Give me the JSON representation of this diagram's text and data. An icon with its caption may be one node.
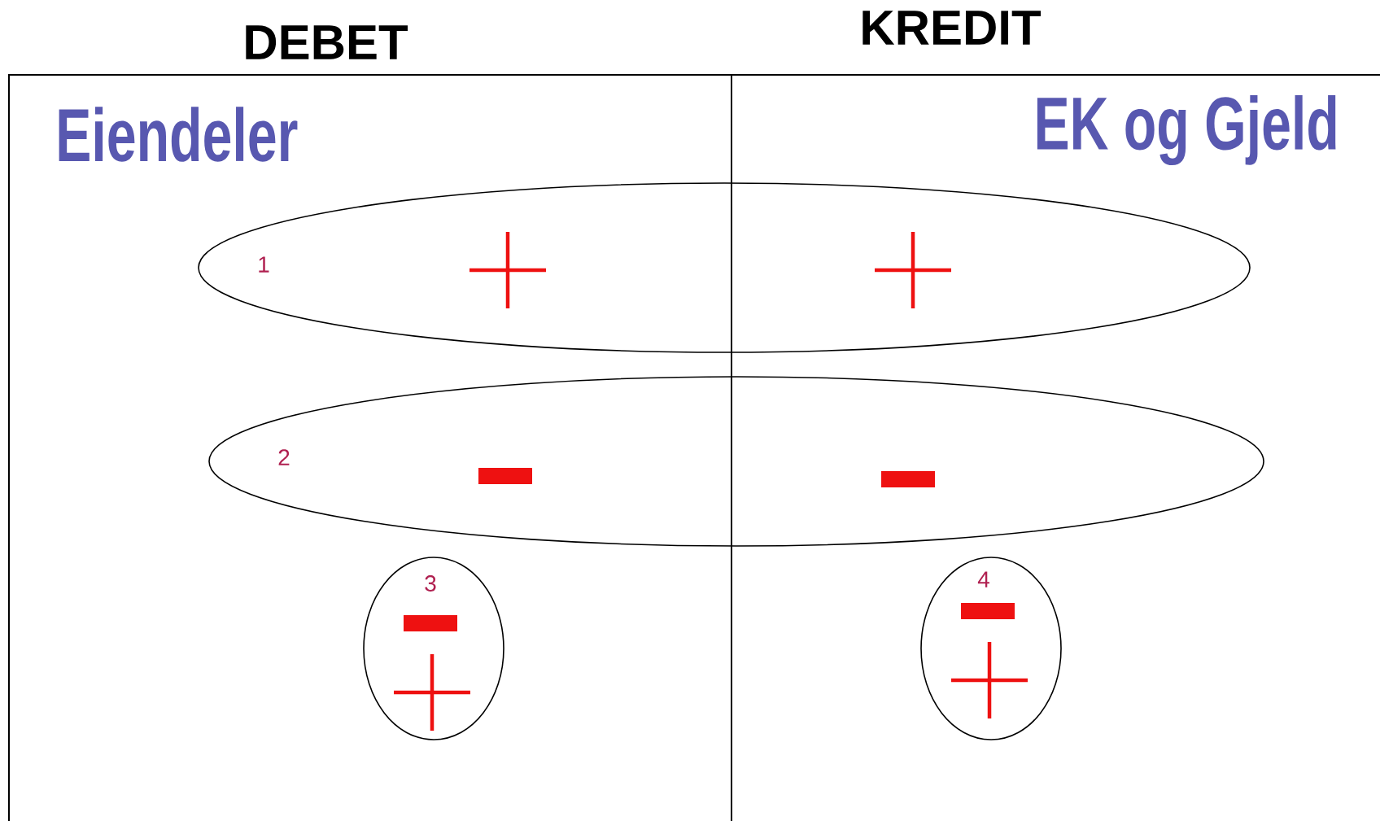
{
  "diagram": {
    "nodes": [
      {
        "text": [
          "1"
        ]
      },
      {
        "text": [
          "2"
        ]
      },
      {
        "text": [
          "3"
        ]
      },
      {
        "text": [
          "4"
        ]
      }
    ],
    "labels": [
      "DEBET",
      "KREDIT",
      "Eiendeler",
      "EK og Gjeld"
    ]
  }
}
